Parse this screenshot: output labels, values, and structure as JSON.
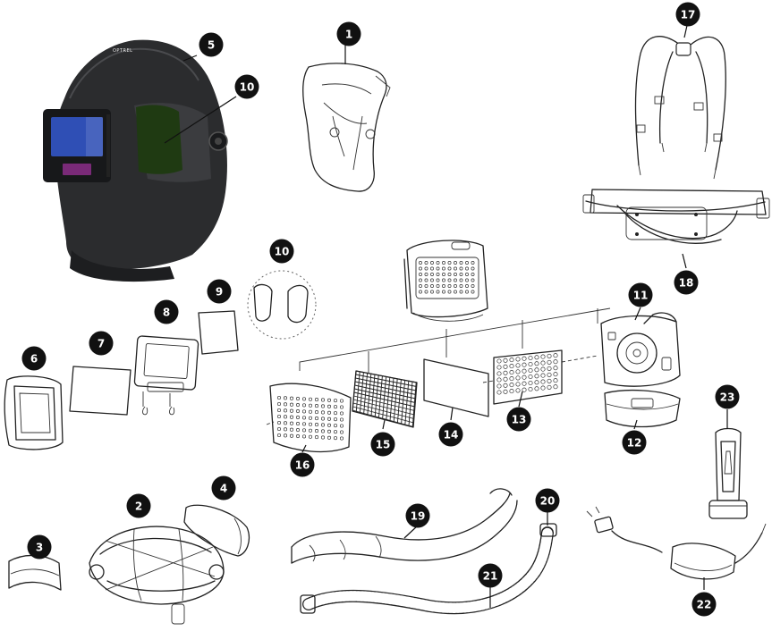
{
  "brand": "OPTREL",
  "colors": {
    "callout_fill": "#111111",
    "callout_text": "#ffffff",
    "helmet_body": "#2b2c2e",
    "lens_blue": "#2f4fb5",
    "visor_green": "#1f3a12",
    "indicator_magenta": "#7a2a78"
  },
  "callouts": [
    {
      "label": "1",
      "part": "face-seal"
    },
    {
      "label": "2",
      "part": "headgear"
    },
    {
      "label": "3",
      "part": "sweatband"
    },
    {
      "label": "4",
      "part": "head-pad"
    },
    {
      "label": "5",
      "part": "helmet-shell"
    },
    {
      "label": "6",
      "part": "outer-cover-lens-frame"
    },
    {
      "label": "7",
      "part": "outer-cover-lens"
    },
    {
      "label": "8",
      "part": "welding-cartridge"
    },
    {
      "label": "9",
      "part": "inner-cover-lens"
    },
    {
      "label": "10",
      "part": "side-window"
    },
    {
      "label": "10",
      "part": "side-window-inset"
    },
    {
      "label": "11",
      "part": "blower-unit"
    },
    {
      "label": "12",
      "part": "battery"
    },
    {
      "label": "13",
      "part": "particle-filter"
    },
    {
      "label": "14",
      "part": "pre-filter"
    },
    {
      "label": "15",
      "part": "spark-arrestor"
    },
    {
      "label": "16",
      "part": "filter-cover"
    },
    {
      "label": "17",
      "part": "harness"
    },
    {
      "label": "18",
      "part": "belt"
    },
    {
      "label": "19",
      "part": "hose-cover"
    },
    {
      "label": "20",
      "part": "hose-connector"
    },
    {
      "label": "21",
      "part": "breathing-hose"
    },
    {
      "label": "22",
      "part": "battery-charger"
    },
    {
      "label": "23",
      "part": "airflow-indicator"
    }
  ]
}
